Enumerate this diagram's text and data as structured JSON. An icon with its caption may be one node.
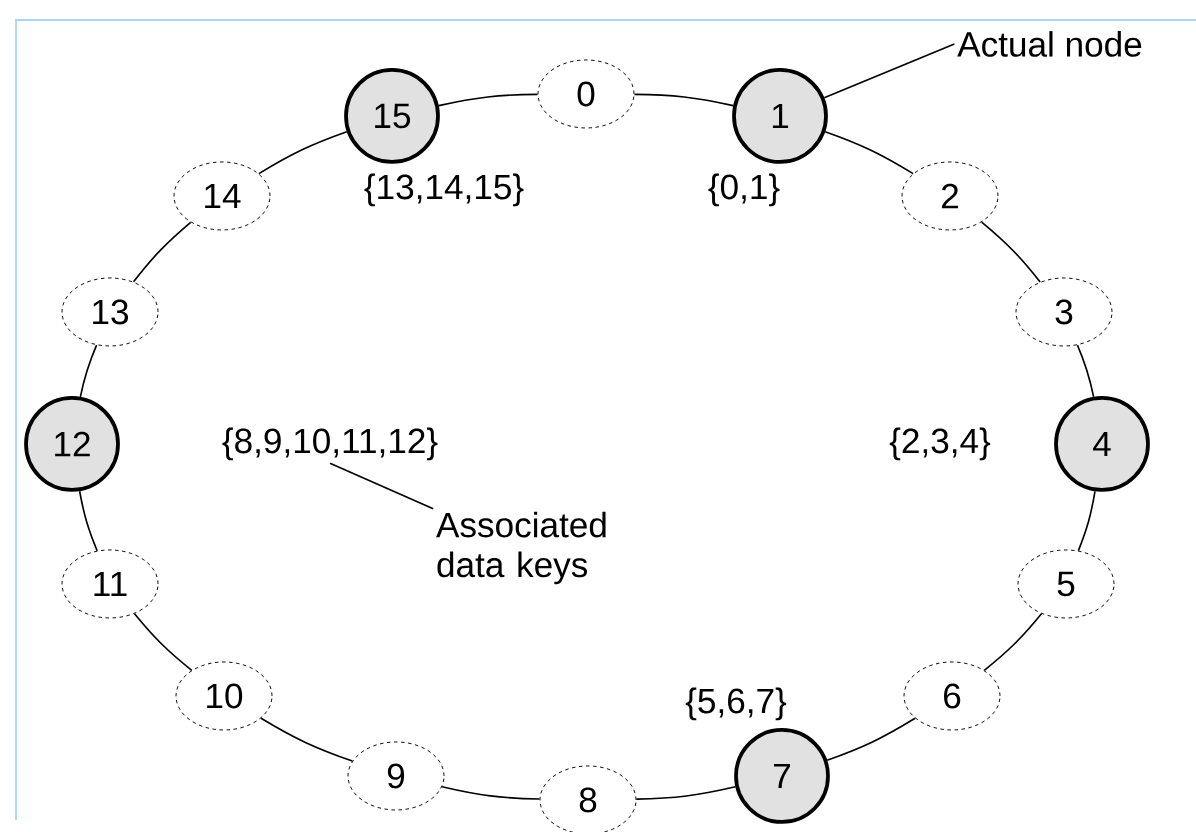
{
  "diagram": {
    "nodes": [
      {
        "text": [
          "0"
        ]
      },
      {
        "text": [
          "1"
        ],
        "beside": [
          "{0,1}"
        ]
      },
      {
        "text": [
          "2"
        ]
      },
      {
        "text": [
          "3"
        ]
      },
      {
        "text": [
          "4"
        ],
        "beside": [
          "{2,3,4}"
        ]
      },
      {
        "text": [
          "5"
        ]
      },
      {
        "text": [
          "6"
        ]
      },
      {
        "text": [
          "7"
        ],
        "beside": [
          "{5,6,7}"
        ]
      },
      {
        "text": [
          "8"
        ]
      },
      {
        "text": [
          "9"
        ]
      },
      {
        "text": [
          "10"
        ]
      },
      {
        "text": [
          "11"
        ]
      },
      {
        "text": [
          "12"
        ]
      },
      {
        "text": [
          "13"
        ]
      },
      {
        "text": [
          "14"
        ]
      },
      {
        "text": [
          "15"
        ],
        "beside": [
          "{13,14,15}"
        ]
      },
      {
        "text": [
          "Actual node"
        ]
      },
      {
        "text": [
          "{8,9,10,11,12}"
        ]
      },
      {
        "text": [
          "Associated data keys"
        ]
      }
    ],
    "edges": [
      {
        "from": 0,
        "to": 1,
        "arrow": "none"
      },
      {
        "from": 1,
        "to": 2,
        "arrow": "none"
      },
      {
        "from": 2,
        "to": 3,
        "arrow": "none"
      },
      {
        "from": 3,
        "to": 4,
        "arrow": "none"
      },
      {
        "from": 4,
        "to": 5,
        "arrow": "none"
      },
      {
        "from": 5,
        "to": 6,
        "arrow": "none"
      },
      {
        "from": 6,
        "to": 7,
        "arrow": "none"
      },
      {
        "from": 7,
        "to": 8,
        "arrow": "none"
      },
      {
        "from": 8,
        "to": 9,
        "arrow": "none"
      },
      {
        "from": 9,
        "to": 10,
        "arrow": "none"
      },
      {
        "from": 10,
        "to": 11,
        "arrow": "none"
      },
      {
        "from": 11,
        "to": 12,
        "arrow": "none"
      },
      {
        "from": 12,
        "to": 13,
        "arrow": "none"
      },
      {
        "from": 13,
        "to": 14,
        "arrow": "none"
      },
      {
        "from": 14,
        "to": 15,
        "arrow": "none"
      },
      {
        "from": 15,
        "to": 0,
        "arrow": "none"
      },
      {
        "from": 16,
        "to": 1,
        "arrow": "none"
      },
      {
        "from": 18,
        "to": 17,
        "arrow": "none"
      }
    ]
  }
}
